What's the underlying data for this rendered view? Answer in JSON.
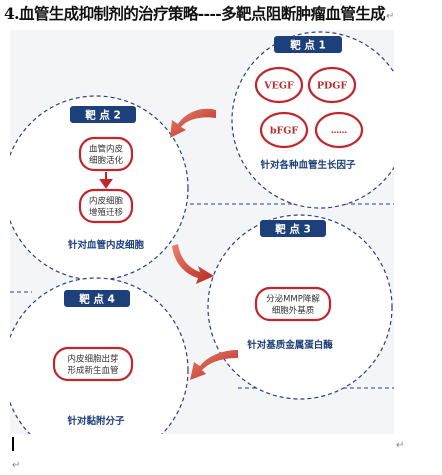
{
  "heading": {
    "text": "4.血管生成抑制剂的治疗策略----多靶点阻断肿瘤血管生成",
    "return_mark": "↵"
  },
  "targets": [
    {
      "badge": "靶 点 1",
      "caption": "针对各种血管生长因子",
      "factors": [
        "VEGF",
        "PDGF",
        "bFGF",
        "……"
      ]
    },
    {
      "badge": "靶 点 2",
      "caption": "针对血管内皮细胞",
      "boxes": [
        [
          "血管内皮",
          "细胞活化"
        ],
        [
          "内皮细胞",
          "增殖迁移"
        ]
      ]
    },
    {
      "badge": "靶 点 3",
      "caption": "针对基质金属蛋白酶",
      "boxes": [
        [
          "分泌MMP降解",
          "细胞外基质"
        ]
      ]
    },
    {
      "badge": "靶 点 4",
      "caption": "针对黏附分子",
      "boxes": [
        [
          "内皮细胞出芽",
          "形成新生血管"
        ]
      ]
    }
  ],
  "marks": {
    "line_end": "↵",
    "paragraph": "↵"
  },
  "colors": {
    "badge": "#1d3f7a",
    "box_border": "#c0272d",
    "arrow": "#c0392b",
    "dashed": "#2b3f8a",
    "panel": "#f4f5f7"
  }
}
